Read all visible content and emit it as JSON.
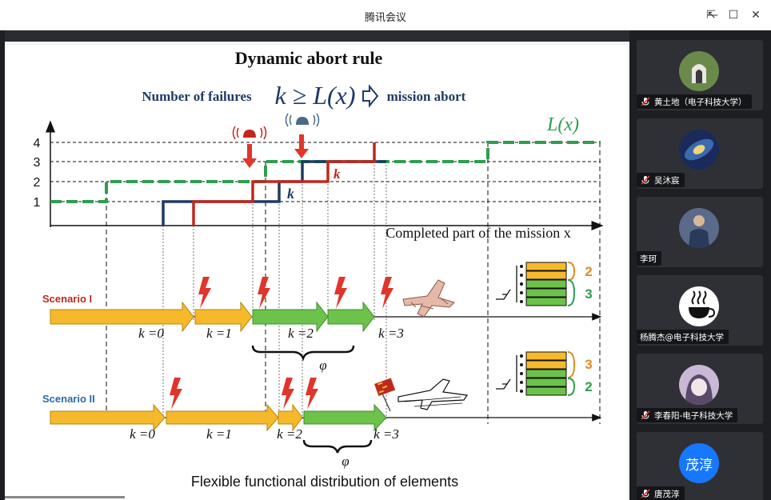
{
  "window": {
    "title": "腾讯会议",
    "buttons": {
      "pin": "⇱",
      "minimize": "—",
      "maximize": "☐",
      "close": "✕"
    }
  },
  "slide": {
    "title": "Dynamic abort rule",
    "subtitle_left": "Number of failures",
    "formula": "k ≥ L(x)",
    "subtitle_right": "mission abort",
    "legend_label": "L(x)",
    "y_ticks": [
      "4",
      "3",
      "2",
      "1"
    ],
    "x_axis_label": "Completed part of the mission x",
    "k_label": "k",
    "scenario1": {
      "label": "Scenario I",
      "k_labels": [
        "k =0",
        "k =1",
        "k =2",
        "k =3"
      ],
      "phi": "φ",
      "stack_counts": [
        "2",
        "3"
      ]
    },
    "scenario2": {
      "label": "Scenario II",
      "k_labels": [
        "k =0",
        "k =1",
        "k =2",
        "k =3"
      ],
      "phi": "φ",
      "stack_counts": [
        "3",
        "2"
      ]
    },
    "footer": "Flexible functional distribution of elements",
    "colors": {
      "green": "#2e9e4f",
      "red": "#c0281c",
      "navy": "#1f3a64",
      "orange": "#f6b92b",
      "arrow_green": "#6cc24a",
      "scenario1": "#c0281c",
      "scenario2": "#2e6aa8"
    }
  },
  "participants": [
    {
      "name": "黄土地（电子科技大学）",
      "avatar_icon": "arch-photo-icon",
      "avatar_color": "#6a8a4a"
    },
    {
      "name": "吴沐宸",
      "avatar_icon": "galaxy-photo-icon",
      "avatar_color": "#1a2a5a"
    },
    {
      "name": "李珂",
      "avatar_icon": "person-photo-icon",
      "avatar_color": "#5a6a8a"
    },
    {
      "name": "杨腾杰@电子科技大学",
      "avatar_icon": "coffee-cup-icon",
      "avatar_color": "#ffffff"
    },
    {
      "name": "李春阳-电子科技大学",
      "avatar_icon": "anime-photo-icon",
      "avatar_color": "#c9b9d6"
    },
    {
      "name": "唐茂淳",
      "avatar_text": "茂淳",
      "avatar_color": "#1677ff"
    }
  ]
}
